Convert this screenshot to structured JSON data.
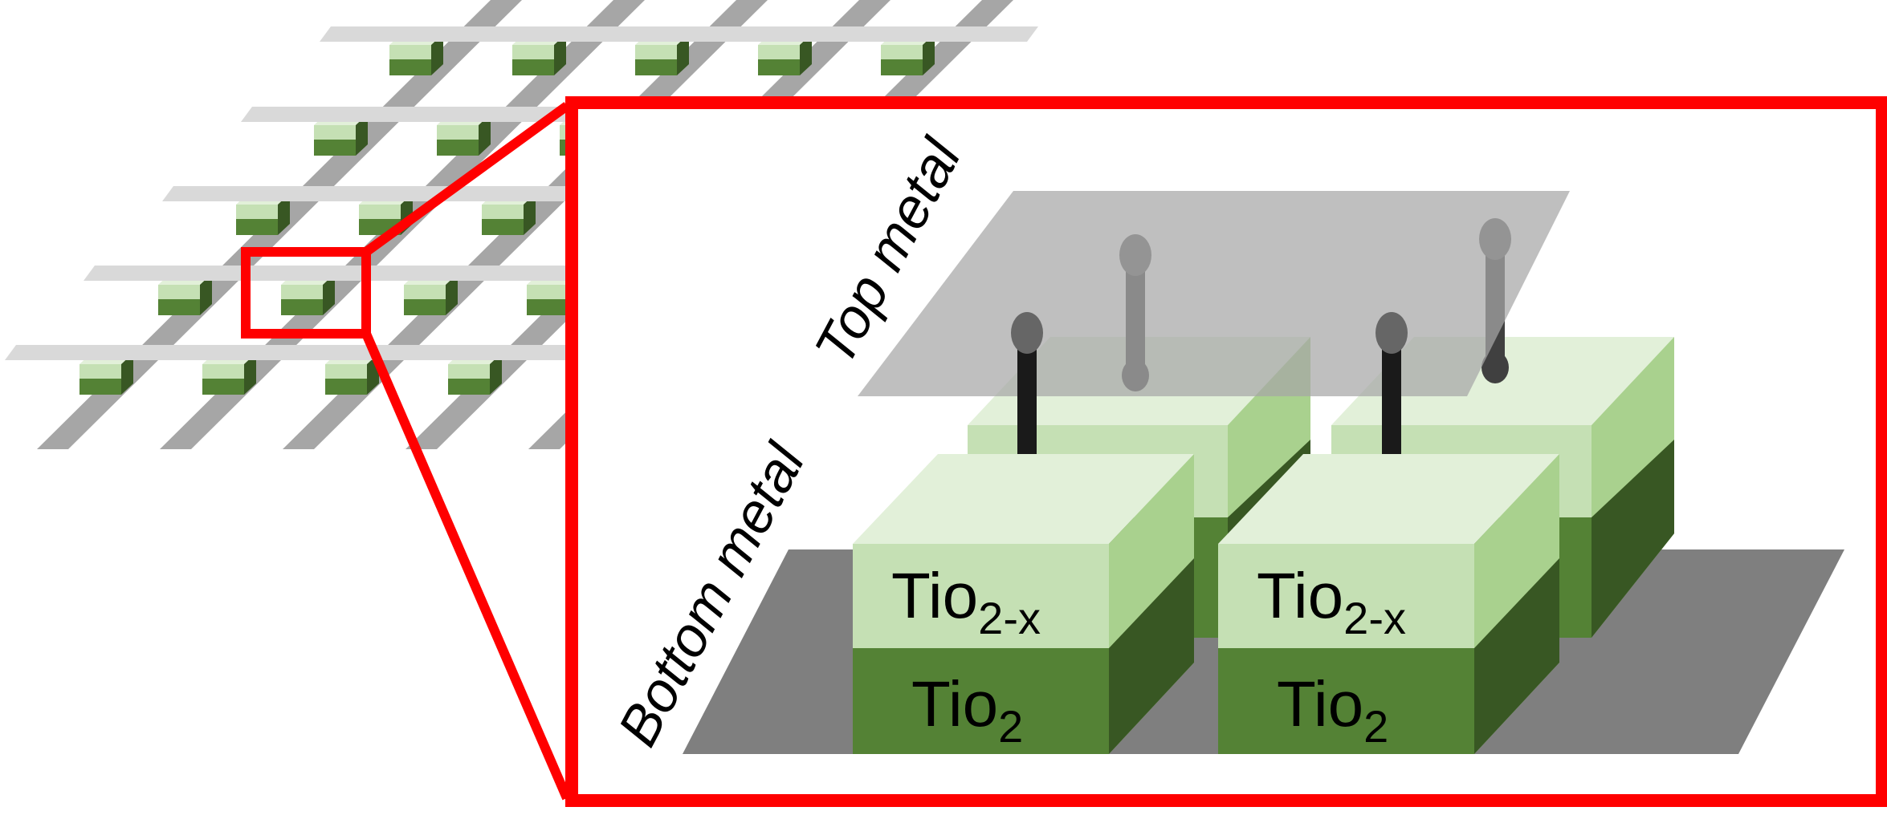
{
  "labels": {
    "top_metal": "Top metal",
    "bottom_metal": "Bottom metal",
    "upper_layer_base": "Tio",
    "upper_layer_sub": "2-x",
    "lower_layer_base": "Tio",
    "lower_layer_sub": "2"
  },
  "colors": {
    "zoom_outline": "#ff0000",
    "top_metal_plate": "#a6a6a6",
    "bottom_metal_plate": "#7f7f7f",
    "crossbar_line": "#d9d9d9",
    "crossbar_bottom_line": "#a6a6a6",
    "tio2x_light": "#c5e0b4",
    "tio2_dark": "#548235",
    "filament": "#1a1a1a"
  },
  "crossbar_grid": {
    "rows": 5,
    "columns": 5
  }
}
